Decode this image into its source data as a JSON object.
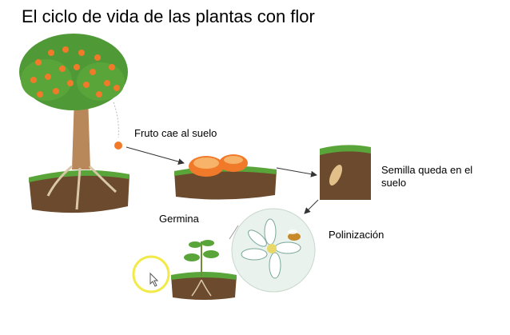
{
  "title": "El ciclo de vida de las plantas con flor",
  "labels": {
    "fruit_falls": "Fruto cae al suelo",
    "seed_line1": "Semilla queda en el",
    "seed_line2": "suelo",
    "germinates": "Germina",
    "pollination": "Polinización"
  },
  "colors": {
    "soil": "#6b4a2e",
    "grass": "#5aa53a",
    "foliage": "#4f9a37",
    "orange_fruit": "#f07a2a",
    "cursor_highlight": "#f2ea4a"
  }
}
